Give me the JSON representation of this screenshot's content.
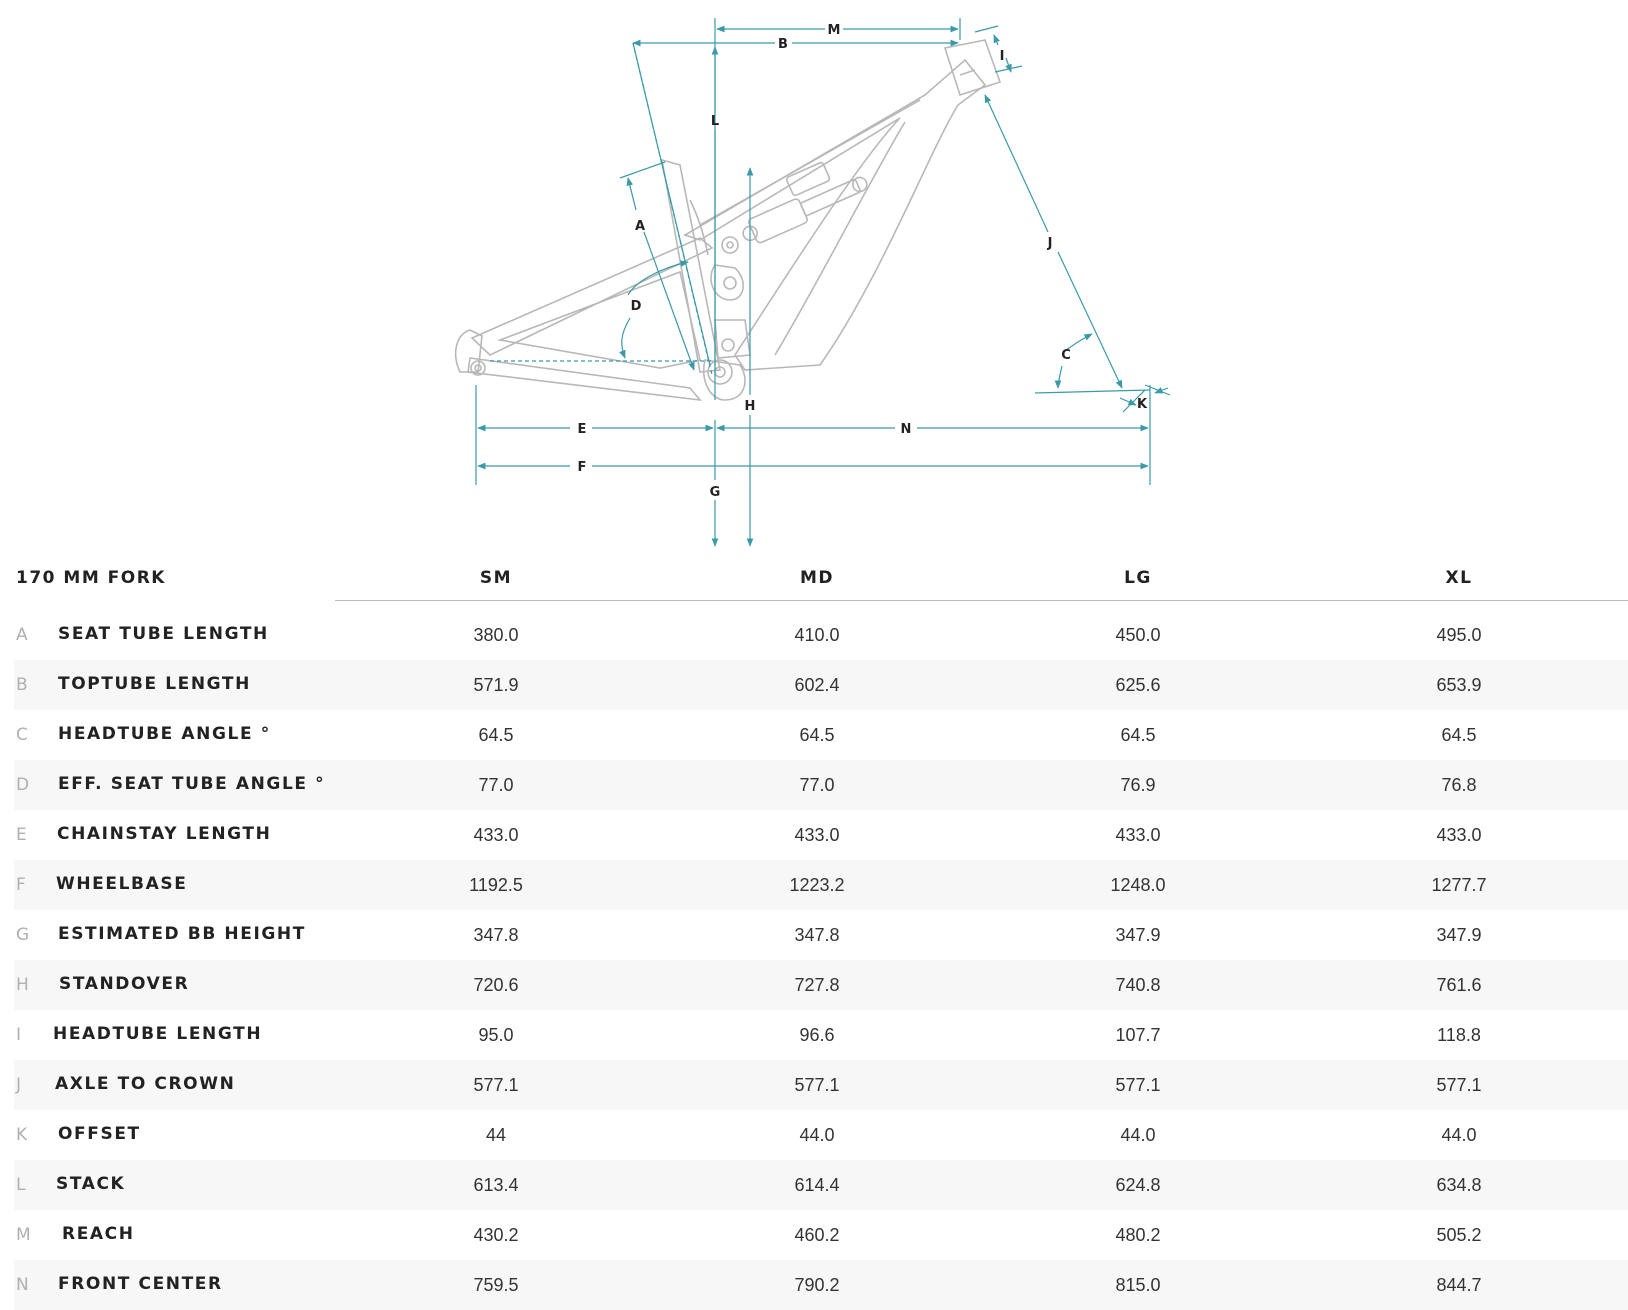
{
  "accent_color": "#3a9aa8",
  "frame_color": "#b8b8b8",
  "diagram": {
    "labels": {
      "A": "A",
      "B": "B",
      "C": "C",
      "D": "D",
      "E": "E",
      "F": "F",
      "G": "G",
      "H": "H",
      "I": "I",
      "J": "J",
      "K": "K",
      "L": "L",
      "M": "M",
      "N": "N"
    }
  },
  "table": {
    "fork_label": "170 MM FORK",
    "sizes": [
      "SM",
      "MD",
      "LG",
      "XL"
    ],
    "rows": [
      {
        "letter": "A",
        "label": "SEAT TUBE LENGTH",
        "values": [
          "380.0",
          "410.0",
          "450.0",
          "495.0"
        ]
      },
      {
        "letter": "B",
        "label": "TOPTUBE LENGTH",
        "values": [
          "571.9",
          "602.4",
          "625.6",
          "653.9"
        ]
      },
      {
        "letter": "C",
        "label": "HEADTUBE ANGLE °",
        "values": [
          "64.5",
          "64.5",
          "64.5",
          "64.5"
        ]
      },
      {
        "letter": "D",
        "label": "EFF. SEAT TUBE ANGLE °",
        "values": [
          "77.0",
          "77.0",
          "76.9",
          "76.8"
        ]
      },
      {
        "letter": "E",
        "label": "CHAINSTAY LENGTH",
        "values": [
          "433.0",
          "433.0",
          "433.0",
          "433.0"
        ]
      },
      {
        "letter": "F",
        "label": "WHEELBASE",
        "values": [
          "1192.5",
          "1223.2",
          "1248.0",
          "1277.7"
        ]
      },
      {
        "letter": "G",
        "label": "ESTIMATED BB HEIGHT",
        "values": [
          "347.8",
          "347.8",
          "347.9",
          "347.9"
        ]
      },
      {
        "letter": "H",
        "label": "STANDOVER",
        "values": [
          "720.6",
          "727.8",
          "740.8",
          "761.6"
        ]
      },
      {
        "letter": "I",
        "label": "HEADTUBE LENGTH",
        "values": [
          "95.0",
          "96.6",
          "107.7",
          "118.8"
        ]
      },
      {
        "letter": "J",
        "label": "AXLE TO CROWN",
        "values": [
          "577.1",
          "577.1",
          "577.1",
          "577.1"
        ]
      },
      {
        "letter": "K",
        "label": "OFFSET",
        "values": [
          "44",
          "44.0",
          "44.0",
          "44.0"
        ]
      },
      {
        "letter": "L",
        "label": "STACK",
        "values": [
          "613.4",
          "614.4",
          "624.8",
          "634.8"
        ]
      },
      {
        "letter": "M",
        "label": "REACH",
        "values": [
          "430.2",
          "460.2",
          "480.2",
          "505.2"
        ]
      },
      {
        "letter": "N",
        "label": "FRONT CENTER",
        "values": [
          "759.5",
          "790.2",
          "815.0",
          "844.7"
        ]
      }
    ]
  }
}
